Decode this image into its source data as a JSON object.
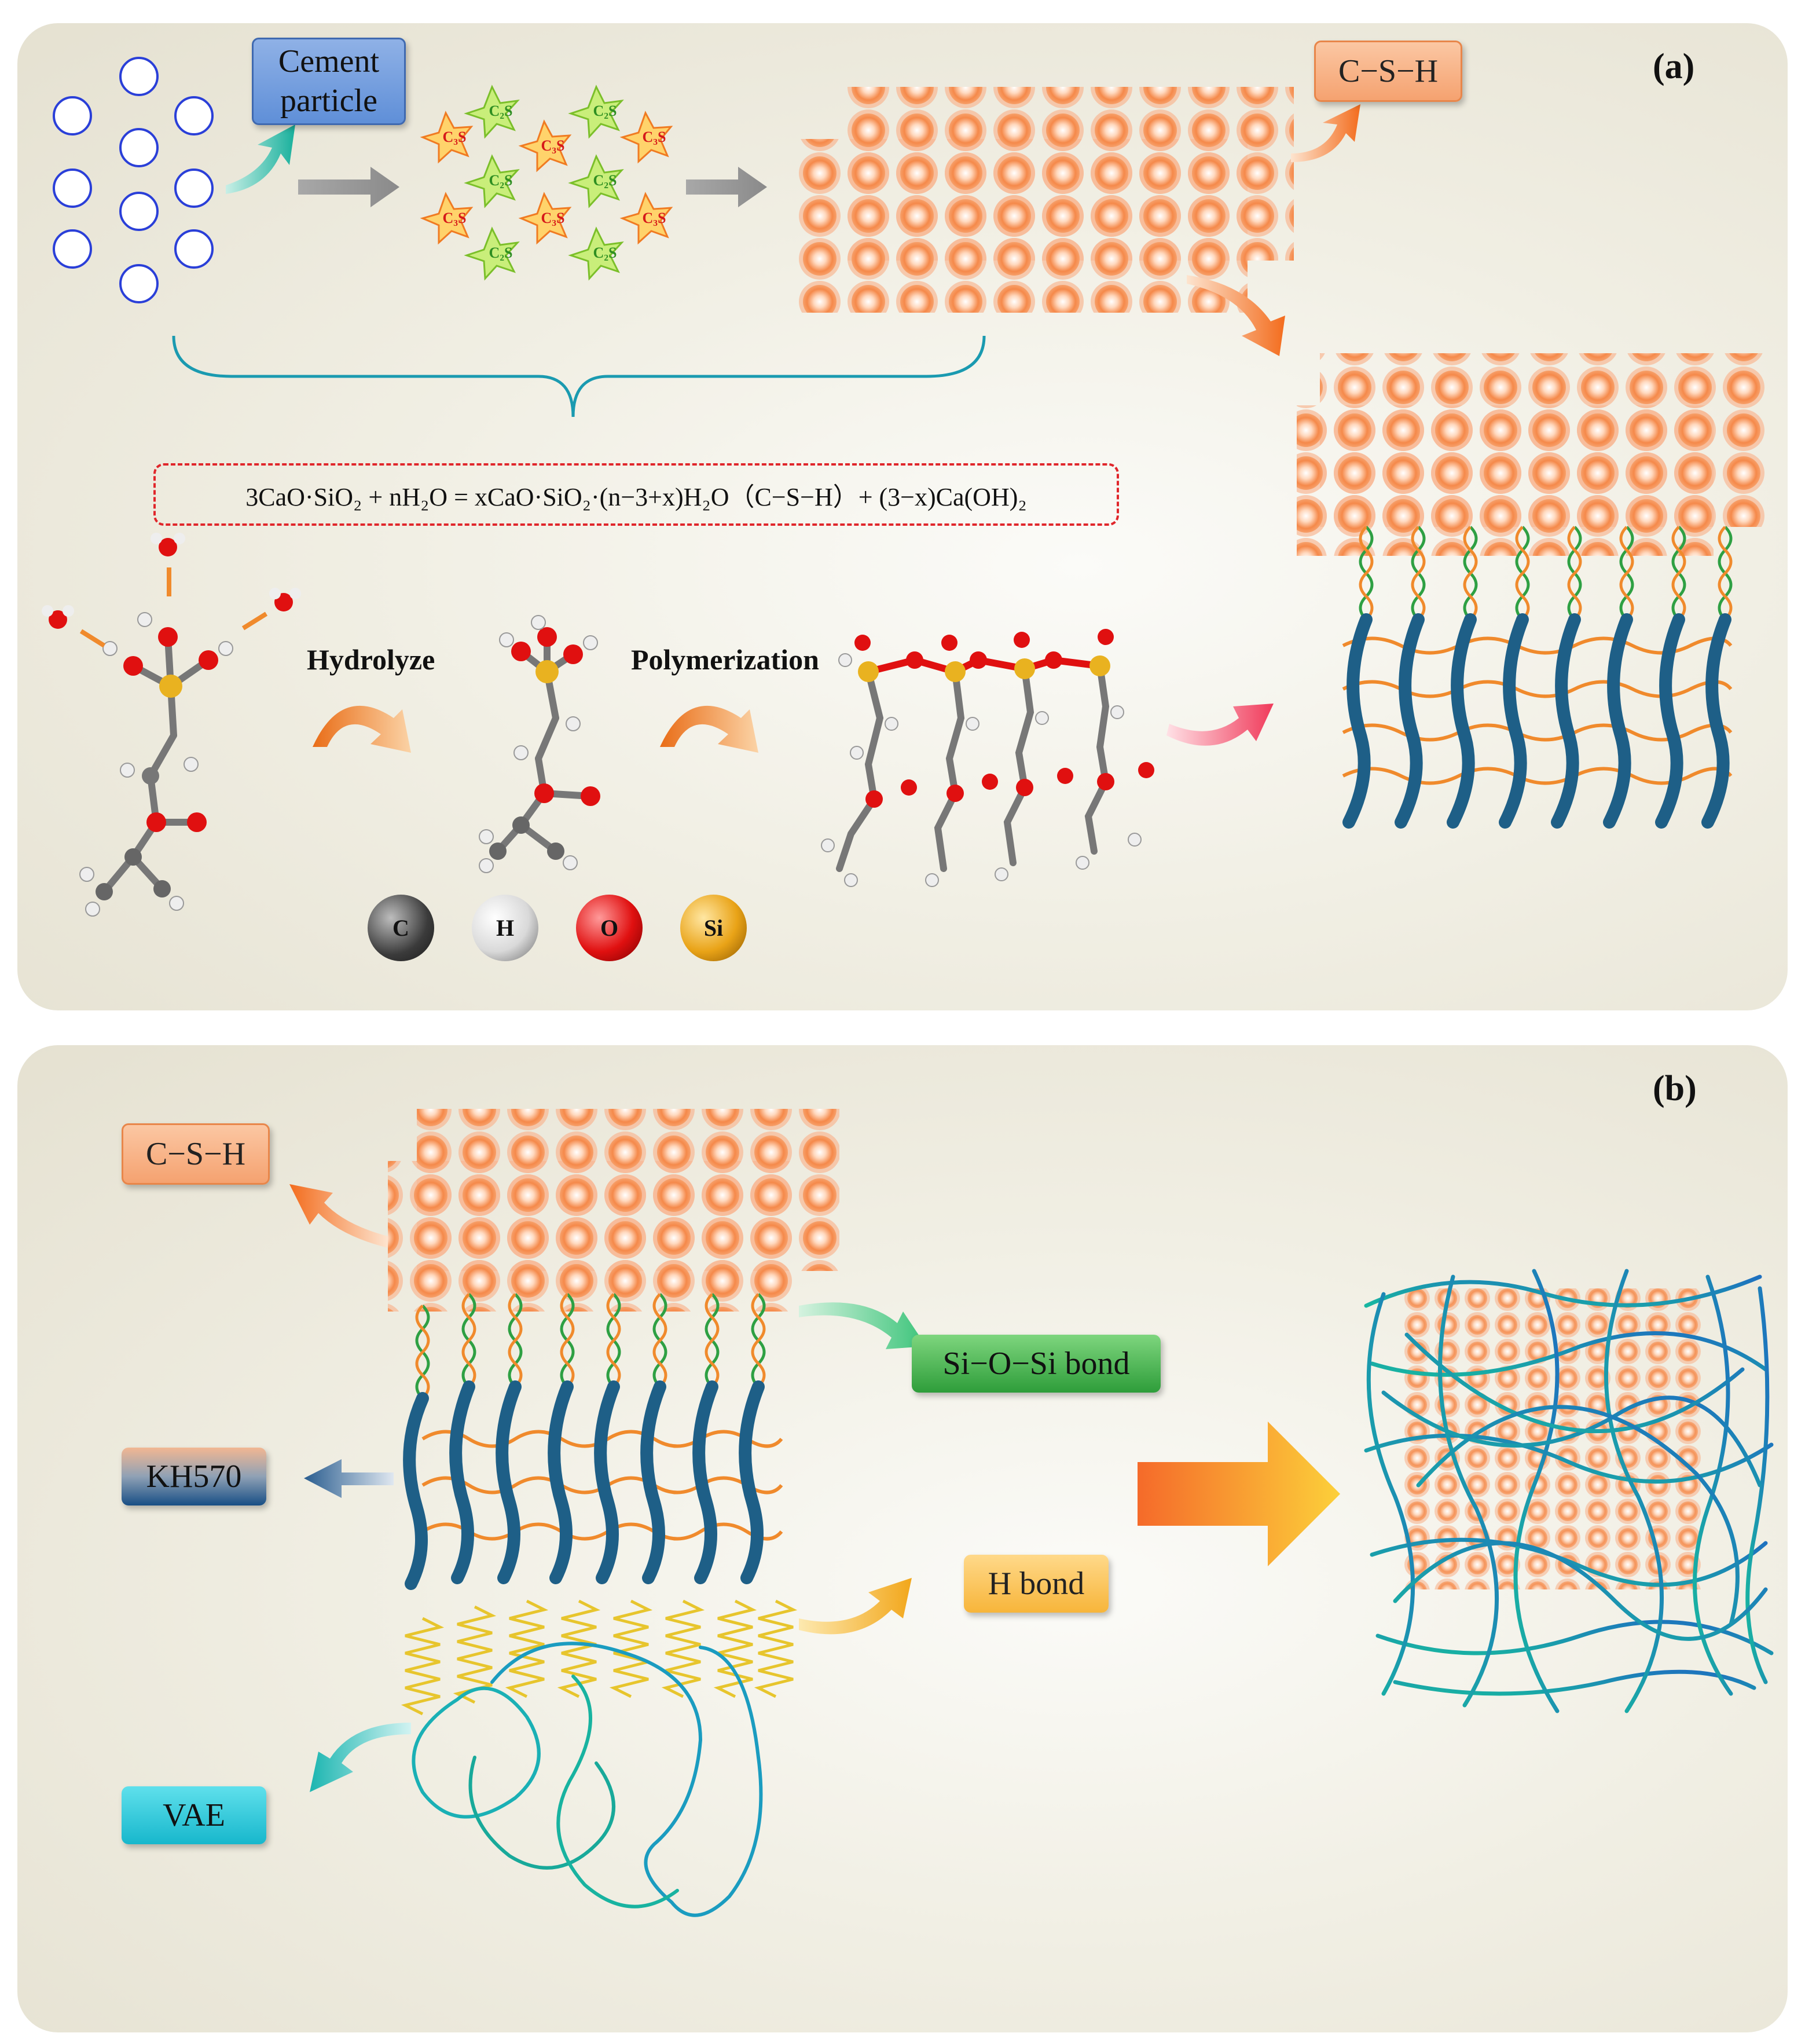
{
  "panel_a": {
    "label": "(a)",
    "cement_particle_tag": "Cement particle",
    "csh_tag": "C−S−H",
    "equation": "3CaO·SiO₂ + nH₂O = xCaO·SiO₂·(n−3+x)H₂O（C−S−H）+ (3−x)Ca(OH)₂",
    "c2s_label": "C₂S",
    "c3s_label": "C₃S",
    "hydrolyze_label": "Hydrolyze",
    "polymerization_label": "Polymerization",
    "atoms": [
      {
        "symbol": "C",
        "color": "#3b3b3b"
      },
      {
        "symbol": "H",
        "color": "#d9d9d9"
      },
      {
        "symbol": "O",
        "color": "#e01010"
      },
      {
        "symbol": "Si",
        "color": "#e9a317"
      }
    ]
  },
  "panel_b": {
    "label": "(b)",
    "csh_tag": "C−S−H",
    "si_o_si_tag": "Si−O−Si bond",
    "kh570_tag": "KH570",
    "h_bond_tag": "H bond",
    "vae_tag": "VAE"
  },
  "colors": {
    "csh_orange": "#f5894a",
    "kh570_blue": "#1e5f87",
    "vae_teal": "#18b3b0",
    "helix_green": "#2ea043",
    "helix_orange": "#f08a2c",
    "spring_yellow": "#e7c52d"
  }
}
